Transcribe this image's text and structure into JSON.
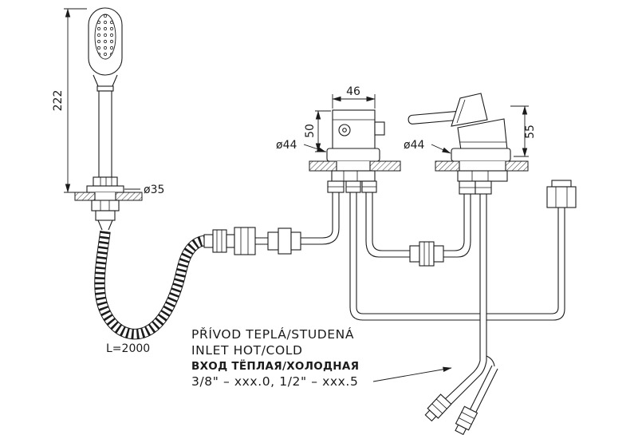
{
  "labels": {
    "dim_hand_shower_length": "222",
    "dim_shower_base_diameter": "ø35",
    "dim_hose_length": "L=2000",
    "dim_spout_width": "46",
    "dim_spout_height": "50",
    "dim_spout_base_diameter": "ø44",
    "dim_mixer_height": "55",
    "dim_mixer_base_diameter": "ø44"
  },
  "notes": {
    "line1": "PŘÍVOD TEPLÁ/STUDENÁ",
    "line2": "INLET HOT/COLD",
    "line3": "ВХОД ТЁПЛАЯ/ХОЛОДНАЯ",
    "line4": "3/8\" – xxx.0,  1/2\" – xxx.5"
  },
  "colors": {
    "line": "#1b1b1b",
    "background": "#ffffff"
  }
}
